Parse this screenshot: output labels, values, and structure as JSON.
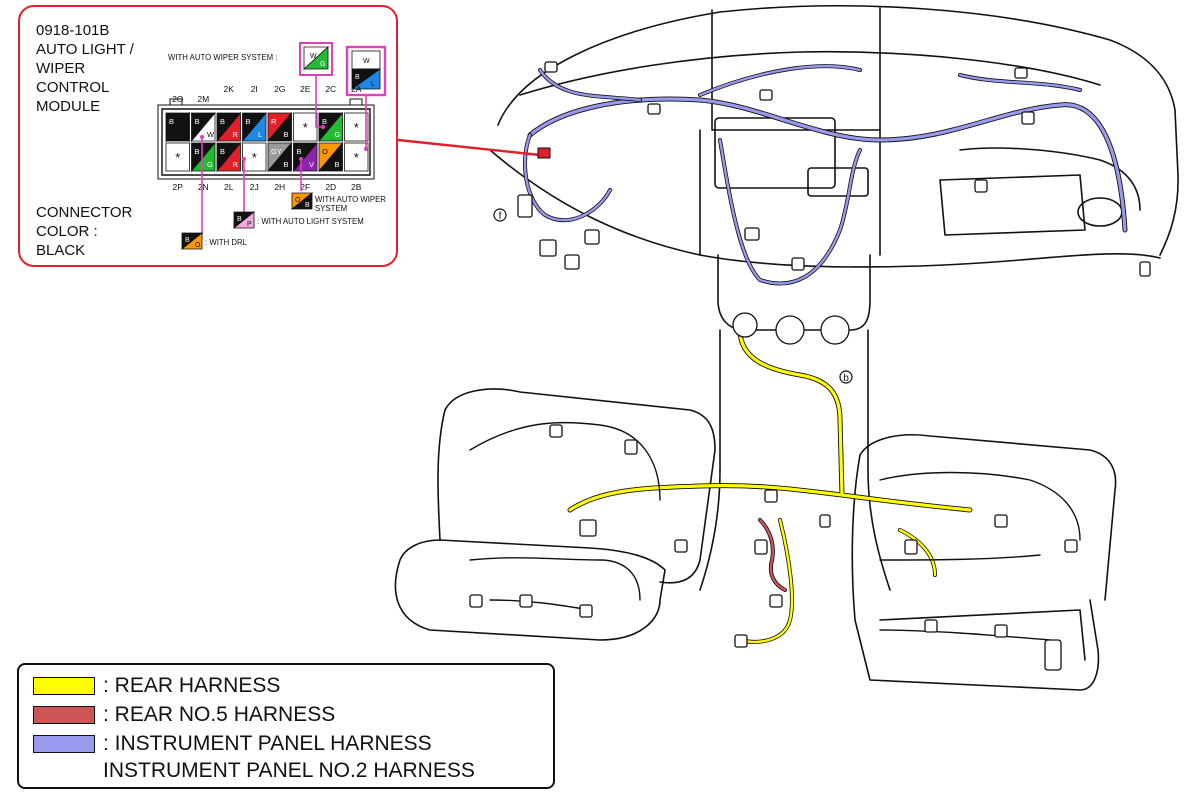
{
  "module": {
    "code": "0918-101B",
    "name_lines": [
      "AUTO LIGHT /",
      "WIPER",
      "CONTROL",
      "MODULE"
    ]
  },
  "connector": {
    "color_lines": [
      "CONNECTOR",
      "COLOR :",
      "BLACK"
    ],
    "top_pins": [
      "2O",
      "2M",
      "2K",
      "2I",
      "2G",
      "2E",
      "2C",
      "2A"
    ],
    "bottom_pins": [
      "2P",
      "2N",
      "2L",
      "2J",
      "2H",
      "2F",
      "2D",
      "2B"
    ],
    "top_row_cells": [
      {
        "wire": "B",
        "w2": "",
        "colors": [
          "#111111",
          "#111111"
        ]
      },
      {
        "wire": "B",
        "w2": "W",
        "colors": [
          "#111111",
          "#ffffff"
        ]
      },
      {
        "wire": "B",
        "w2": "R",
        "colors": [
          "#111111",
          "#e0202a"
        ]
      },
      {
        "wire": "B",
        "w2": "L",
        "colors": [
          "#111111",
          "#1e88e5"
        ]
      },
      {
        "wire": "R",
        "w2": "B",
        "colors": [
          "#e0202a",
          "#111111"
        ]
      },
      {
        "wire": "*",
        "w2": "",
        "colors": [
          "#ffffff",
          "#ffffff"
        ]
      },
      {
        "wire": "B",
        "w2": "G",
        "colors": [
          "#111111",
          "#22bb33"
        ]
      },
      {
        "wire": "*",
        "w2": "",
        "colors": [
          "#ffffff",
          "#ffffff"
        ]
      }
    ],
    "bottom_row_cells": [
      {
        "wire": "*",
        "w2": "",
        "colors": [
          "#ffffff",
          "#ffffff"
        ]
      },
      {
        "wire": "B",
        "w2": "G",
        "colors": [
          "#111111",
          "#22bb33"
        ]
      },
      {
        "wire": "B",
        "w2": "R",
        "colors": [
          "#111111",
          "#e0202a"
        ]
      },
      {
        "wire": "*",
        "w2": "",
        "colors": [
          "#ffffff",
          "#ffffff"
        ]
      },
      {
        "wire": "GY",
        "w2": "B",
        "colors": [
          "#9a9a9a",
          "#111111"
        ]
      },
      {
        "wire": "B",
        "w2": "V",
        "colors": [
          "#111111",
          "#8e24aa"
        ]
      },
      {
        "wire": "O",
        "w2": "B",
        "colors": [
          "#ff9800",
          "#111111"
        ]
      },
      {
        "wire": "*",
        "w2": "",
        "colors": [
          "#ffffff",
          "#ffffff"
        ]
      }
    ]
  },
  "notes": {
    "auto_wiper": "WITH AUTO WIPER SYSTEM :",
    "auto_wiper_sw": {
      "a": "W",
      "b": "G"
    },
    "column_sw": {
      "a": "W",
      "b": "B",
      "c": "L"
    },
    "auto_wiper_2_lines": [
      "WITH AUTO WIPER",
      "SYSTEM"
    ],
    "auto_wiper_2_sw": {
      "a": "O",
      "b": "B"
    },
    "auto_light": ": WITH AUTO LIGHT SYSTEM",
    "auto_light_sw": {
      "a": "B",
      "b": "P"
    },
    "drl": ": WITH DRL",
    "drl_sw": {
      "a": "B",
      "b": "O"
    }
  },
  "diagram": {
    "marker_f": "f",
    "marker_b": "b"
  },
  "legend": {
    "items": [
      {
        "label": ": REAR HARNESS",
        "color": "#ffff00"
      },
      {
        "label": ": REAR NO.5 HARNESS",
        "color": "#cc5555"
      },
      {
        "label": ": INSTRUMENT PANEL HARNESS",
        "color": "#9999ee"
      }
    ],
    "extra_label": "INSTRUMENT PANEL NO.2 HARNESS"
  },
  "colors": {
    "callout_border": "#e0202a",
    "highlight_pink": "#e040c0",
    "rear": "#ffff00",
    "rear_no5": "#cc5555",
    "instrument": "#9999ee"
  }
}
